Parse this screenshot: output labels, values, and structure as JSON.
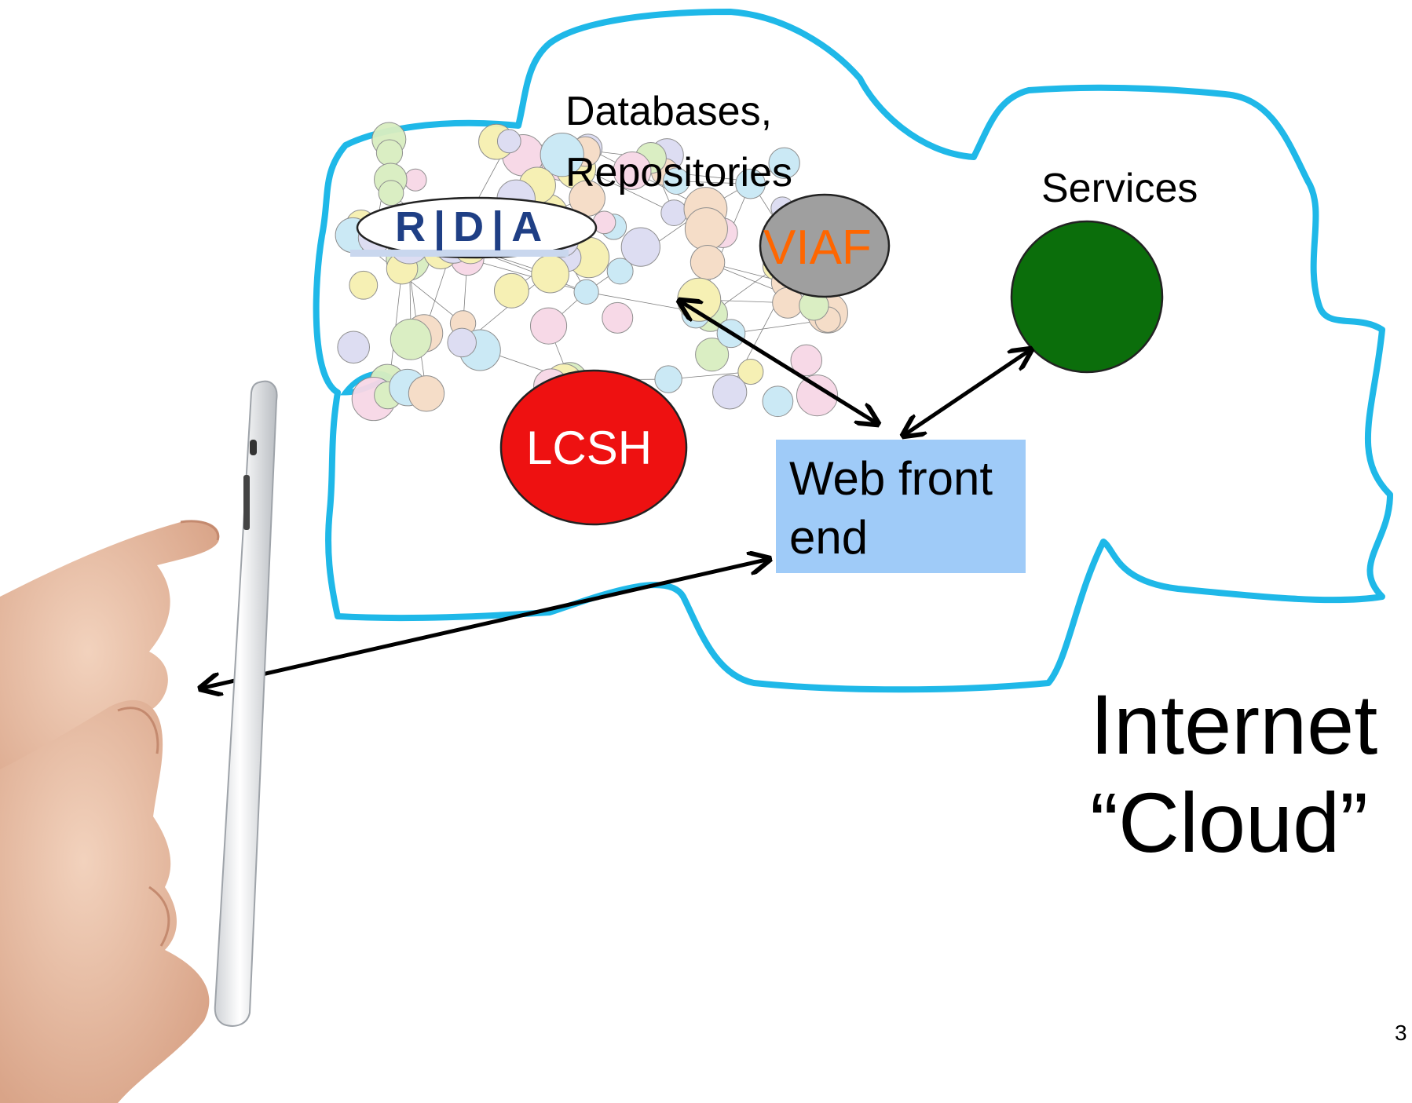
{
  "colors": {
    "cloud_outline": "#1fb8e8",
    "lcsh_fill": "#ee1111",
    "viaf_fill": "#9f9f9f",
    "viaf_text": "#ff6600",
    "services_circle": "#0b6e0b",
    "web_front_end_fill": "#9fcbf8",
    "arrow": "#000000",
    "rda_text": "#1f3f85"
  },
  "cloud": {
    "databases_label_line1": "Databases,",
    "databases_label_line2": "Repositories",
    "services_label": "Services",
    "web_front_end_line1": "Web front",
    "web_front_end_line2": "end",
    "lcsh_label": "LCSH",
    "viaf_label": "VIAF",
    "rda_logo_text": "R|D|A"
  },
  "internet_cloud_label": {
    "line1": "Internet",
    "line2": "“Cloud”"
  },
  "slide_number": "3"
}
